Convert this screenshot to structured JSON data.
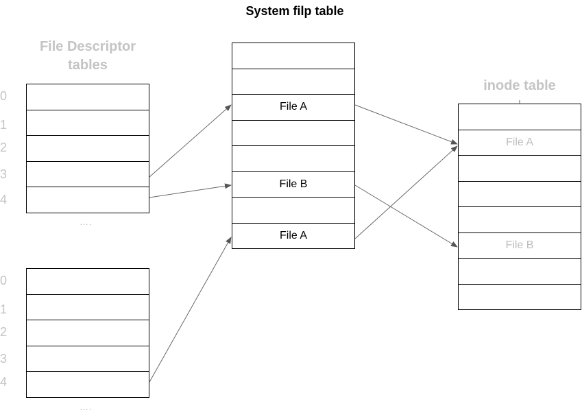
{
  "title": "System filp table",
  "fd_heading_line1": "File Descriptor",
  "fd_heading_line2": "tables",
  "inode_heading": "inode table",
  "fd_indices": [
    "0",
    "1",
    "2",
    "3",
    "4"
  ],
  "ellipsis": "….",
  "filp_rows": [
    "",
    "",
    "File A",
    "",
    "",
    "File B",
    "",
    "File A"
  ],
  "inode_rows": [
    "",
    "File A",
    "",
    "",
    "",
    "File B",
    "",
    ""
  ]
}
